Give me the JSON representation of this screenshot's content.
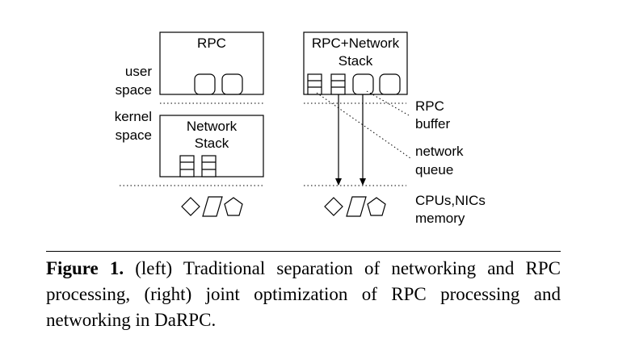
{
  "diagram": {
    "left": {
      "top_box_label": "RPC",
      "bottom_box_label_line1": "Network",
      "bottom_box_label_line2": "Stack"
    },
    "right": {
      "box_label_line1": "RPC+Network",
      "box_label_line2": "Stack"
    },
    "side_labels": {
      "user_line1": "user",
      "user_line2": "space",
      "kernel_line1": "kernel",
      "kernel_line2": "space"
    },
    "callouts": {
      "rpc_buffer_line1": "RPC",
      "rpc_buffer_line2": "buffer",
      "network_queue_line1": "network",
      "network_queue_line2": "queue",
      "hardware_line1": "CPUs,NICs",
      "hardware_line2": "memory"
    }
  },
  "caption": {
    "label": "Figure 1.",
    "text": "(left) Traditional separation of networking and RPC processing, (right) joint optimization of RPC processing and networking in DaRPC."
  }
}
